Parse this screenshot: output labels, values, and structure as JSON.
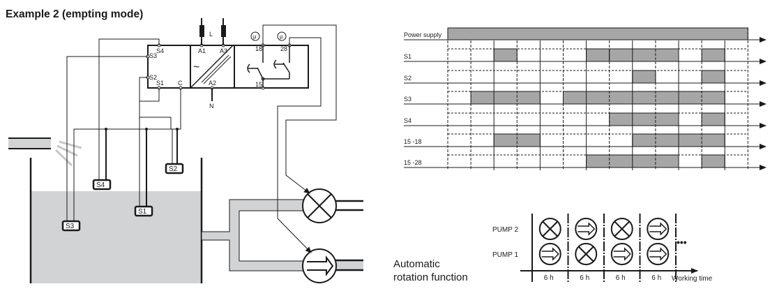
{
  "title": "Example 2 (empting mode)",
  "wiring": {
    "relay_terminals": {
      "level_block": [
        "S4",
        "S3",
        "S2",
        "S1",
        "C"
      ],
      "power_block": [
        "A1",
        "A3",
        "A2"
      ],
      "supply_labels": {
        "line": "L",
        "neutral": "N"
      },
      "output_block": [
        "18",
        "28",
        "15"
      ],
      "mu_symbol": "μ"
    },
    "probes": [
      "S1",
      "S2",
      "S3",
      "S4"
    ],
    "pumps": [
      {
        "name": "pump-top",
        "symbol": "cross"
      },
      {
        "name": "pump-bottom",
        "symbol": "arrow"
      }
    ]
  },
  "chart_data": {
    "type": "timing",
    "title": "",
    "time_slots": 13,
    "signals": [
      {
        "name": "Power supply",
        "on": [
          [
            0,
            13
          ]
        ]
      },
      {
        "name": "S1",
        "on": [
          [
            2,
            3
          ],
          [
            6,
            7
          ],
          [
            7,
            10
          ],
          [
            11,
            12
          ]
        ]
      },
      {
        "name": "S2",
        "on": [
          [
            8,
            9
          ],
          [
            11,
            12
          ]
        ]
      },
      {
        "name": "S3",
        "on": [
          [
            1,
            4
          ],
          [
            5,
            12
          ]
        ]
      },
      {
        "name": "S4",
        "on": [
          [
            7,
            10
          ],
          [
            11,
            12
          ]
        ]
      },
      {
        "name": "15 -18",
        "on": [
          [
            2,
            4
          ],
          [
            8,
            12
          ]
        ]
      },
      {
        "name": "15 -28",
        "on": [
          [
            6,
            10
          ],
          [
            11,
            12
          ]
        ]
      }
    ]
  },
  "rotation": {
    "caption_line1": "Automatic",
    "caption_line2": "rotation function",
    "rows": [
      "PUMP 2",
      "PUMP 1"
    ],
    "periods": [
      {
        "duration": "6 h",
        "pump2": "cross",
        "pump1": "arrow"
      },
      {
        "duration": "6 h",
        "pump2": "arrow",
        "pump1": "cross"
      },
      {
        "duration": "6 h",
        "pump2": "cross",
        "pump1": "arrow"
      },
      {
        "duration": "6 h",
        "pump2": "arrow",
        "pump1": "arrow"
      }
    ],
    "continuation": "•••",
    "axis_label": "Working time"
  },
  "colors": {
    "fill_gray": "#a6a6a6",
    "water": "#d1d3d4",
    "line": "#1a1a1a"
  }
}
